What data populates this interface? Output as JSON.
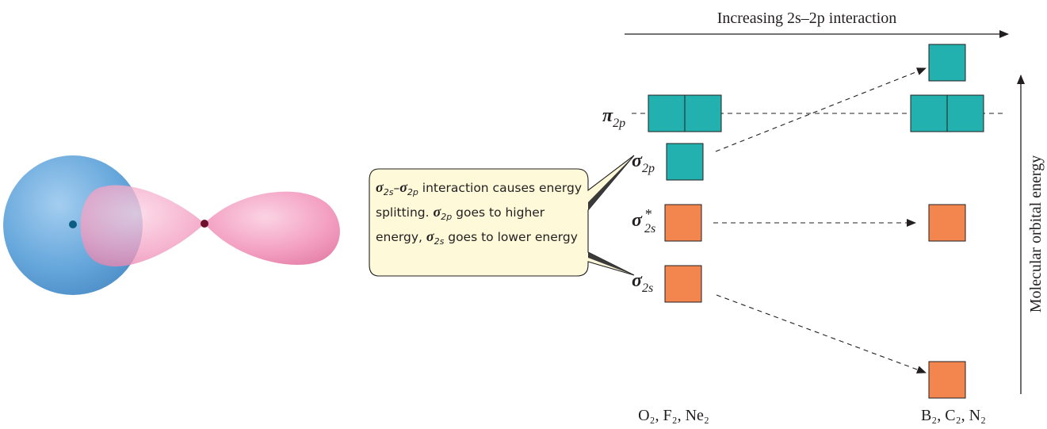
{
  "title": "Increasing 2s–2p interaction",
  "axis_label": "Molecular orbital energy",
  "columns": {
    "left": "O₂, F₂, Ne₂",
    "right": "B₂, C₂, N₂"
  },
  "orbitals": {
    "pi2p": "π",
    "pi2p_sub": "2p",
    "sigma2p": "σ",
    "sigma2p_sub": "2p",
    "sigma2s_star": "σ",
    "sigma2s_star_sub": "2s",
    "sigma2s_star_sup": "*",
    "sigma2s": "σ",
    "sigma2s_sub": "2s"
  },
  "callout": {
    "sym1": "σ",
    "sym1_sub": "2s",
    "dash": "–",
    "sym2": "σ",
    "sym2_sub": "2p",
    "text1": " interaction causes energy splitting. ",
    "sym3": "σ",
    "sym3_sub": "2p",
    "text2": " goes to higher energy, ",
    "sym4": "σ",
    "sym4_sub": "2s",
    "text3": " goes to lower energy"
  },
  "colors": {
    "teal": "#22b1ae",
    "orange": "#f3864f",
    "callout_bg": "#fdf9d9",
    "blue_lobe": "#5ba3d9",
    "pink_lobe": "#f29ec0"
  }
}
